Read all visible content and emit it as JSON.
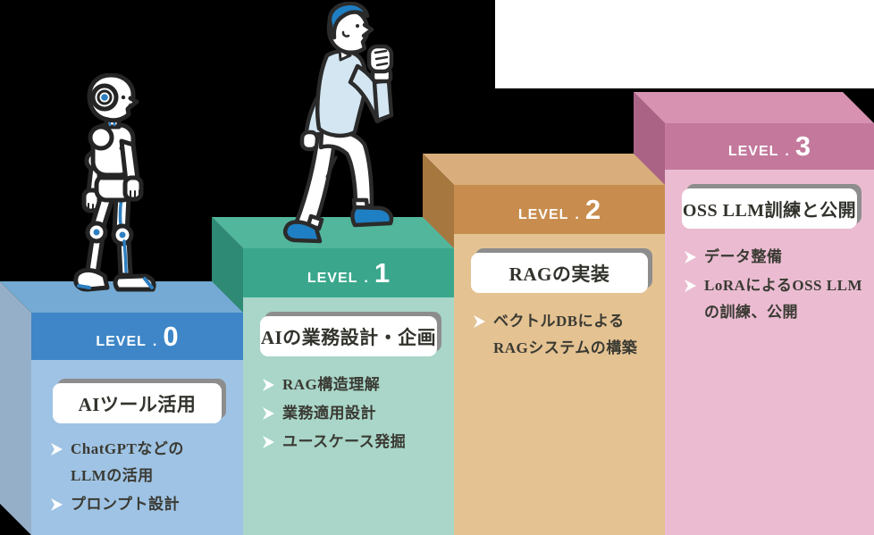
{
  "canvas": {
    "background": "#000000"
  },
  "top_right_panel": {
    "background": "#ffffff"
  },
  "steps": [
    {
      "name": "level-0",
      "level_label": "LEVEL",
      "level_separator": ".",
      "level_number": "0",
      "badge": "AIツール活用",
      "items": [
        {
          "lines": [
            "ChatGPTなどの",
            "LLMの活用"
          ]
        },
        {
          "lines": [
            "プロンプト設計",
            ""
          ]
        }
      ],
      "colors": {
        "left": "#96afc9",
        "top": "#74aad3",
        "header": "#3e86c7",
        "body": "#9fc3e4"
      }
    },
    {
      "name": "level-1",
      "level_label": "LEVEL",
      "level_separator": ".",
      "level_number": "1",
      "badge": "AIの業務設計・企画",
      "items": [
        {
          "lines": [
            "RAG構造理解",
            ""
          ]
        },
        {
          "lines": [
            "業務適用設計",
            ""
          ]
        },
        {
          "lines": [
            "ユースケース発掘",
            ""
          ]
        }
      ],
      "colors": {
        "left": "#2e8a75",
        "top": "#52b69c",
        "header": "#3aa78d",
        "body": "#a9d6c9"
      }
    },
    {
      "name": "level-2",
      "level_label": "LEVEL",
      "level_separator": ".",
      "level_number": "2",
      "badge": "RAGの実装",
      "items": [
        {
          "lines": [
            "ベクトルDBによる",
            "RAGシステムの構築"
          ]
        }
      ],
      "colors": {
        "left": "#a6773f",
        "top": "#d9ae7c",
        "header": "#c88d4e",
        "body": "#e4c292"
      }
    },
    {
      "name": "level-3",
      "level_label": "LEVEL",
      "level_separator": ".",
      "level_number": "3",
      "badge": "OSS LLM訓練と公開",
      "items": [
        {
          "lines": [
            "データ整備",
            ""
          ]
        },
        {
          "lines": [
            "LoRAによるOSS LLM",
            "の訓練、公開"
          ]
        }
      ],
      "colors": {
        "left": "#aa6385",
        "top": "#d792b1",
        "header": "#c3789c",
        "body": "#ebbcd1"
      }
    }
  ],
  "characters": {
    "robot": "humanoid-robot-walking",
    "person": "person-climbing-steps"
  },
  "illustration_colors": {
    "outline": "#252525",
    "accent_blue": "#2e7fc0",
    "shirt_blue": "#d3e6f2",
    "shoe_blue": "#1f7fc4"
  }
}
